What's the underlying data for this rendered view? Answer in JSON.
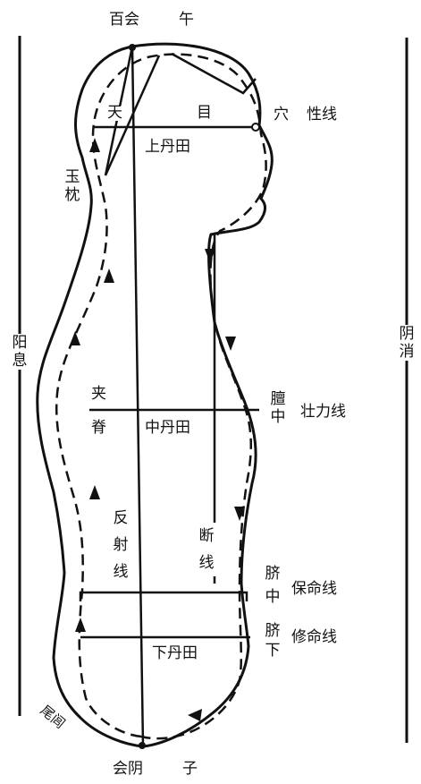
{
  "labels": {
    "baihui": "百会",
    "wu": "午",
    "tian": "天",
    "mu": "目",
    "xue": "穴",
    "xingxian": "性线",
    "shangdantian": "上丹田",
    "yuzhen": "玉枕",
    "yangxi": "阳息",
    "yinxiao": "阴消",
    "jia": "夹",
    "ji": "脊",
    "zhongdantian": "中丹田",
    "danzhong": "膻中",
    "zhuanglixian": "壮力线",
    "fansheixian": "反射线",
    "duanxian": "断线",
    "qizhong": "脐中",
    "baomingxian": "保命线",
    "qixia": "脐下",
    "xiumingxian": "修命线",
    "xiadantian": "下丹田",
    "weilv": "尾闾",
    "huiyin": "会阴",
    "zi": "子"
  },
  "colors": {
    "ink": "#111111",
    "paper": "#ffffff"
  }
}
